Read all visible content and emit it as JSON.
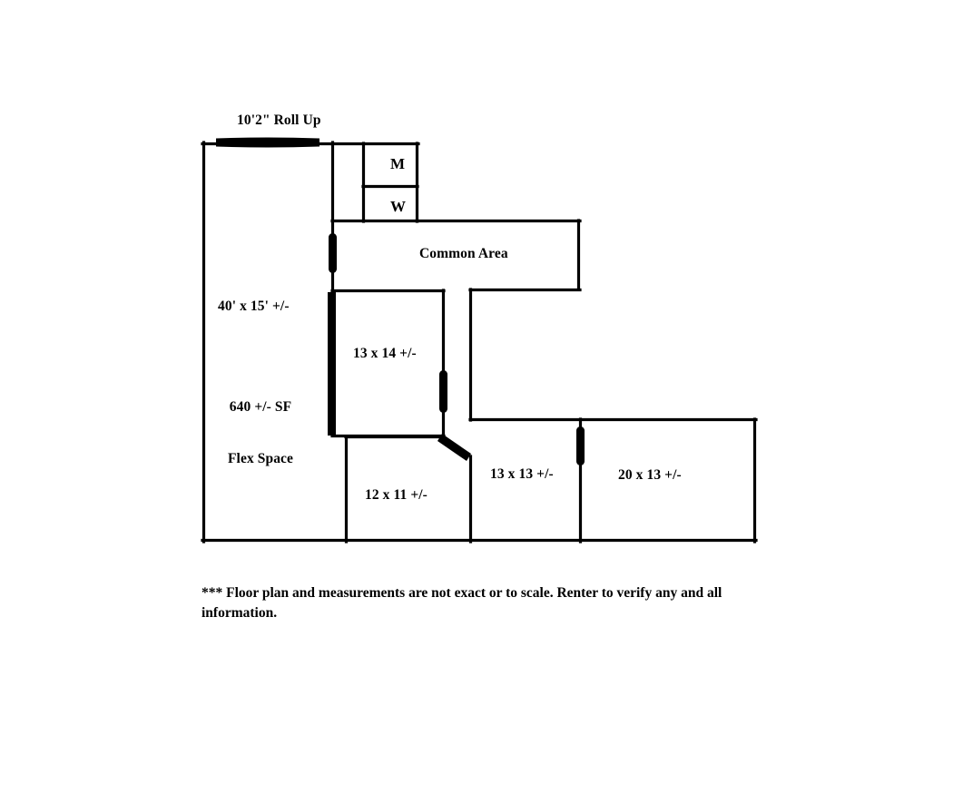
{
  "document": {
    "type": "floor-plan",
    "title": "Flex Space Floor Plan"
  },
  "colors": {
    "wall": "#000000",
    "door": "#000000",
    "background": "#ffffff",
    "text": "#000000"
  },
  "labels": {
    "roll_up_door": "10'2\" Roll Up",
    "restroom_men": "M",
    "restroom_women": "W",
    "common_area": "Common Area",
    "flex_space_dimensions": "40' x 15' +/-",
    "flex_space_area_line1": "640 +/- SF",
    "flex_space_area_line2": "Flex Space",
    "room_13x14": "13 x 14 +/-",
    "room_12x11": "12 x 11 +/-",
    "room_13x13": "13 x 13 +/-",
    "room_20x13": "20 x 13 +/-"
  },
  "disclaimer": {
    "text": "*** Floor plan and measurements are not exact or to scale. Renter to verify any and all information."
  },
  "rooms": [
    {
      "name": "flex-space",
      "label": "640 +/- SF Flex Space",
      "dimensions": "40' x 15' +/-",
      "area_sf": 640
    },
    {
      "name": "restroom-men",
      "label": "M"
    },
    {
      "name": "restroom-women",
      "label": "W"
    },
    {
      "name": "common-area",
      "label": "Common Area"
    },
    {
      "name": "office-13x14",
      "label": "13 x 14 +/-"
    },
    {
      "name": "office-12x11",
      "label": "12 x 11 +/-"
    },
    {
      "name": "office-13x13",
      "label": "13 x 13 +/-"
    },
    {
      "name": "office-20x13",
      "label": "20 x 13 +/-"
    }
  ],
  "openings": [
    {
      "name": "roll-up-door",
      "type": "overhead-roll-up",
      "label": "10'2\" Roll Up"
    },
    {
      "name": "door-flex-to-common",
      "type": "swing-door"
    },
    {
      "name": "door-13x14-east",
      "type": "swing-door"
    },
    {
      "name": "door-13x14-south-diagonal",
      "type": "swing-door"
    },
    {
      "name": "door-12x11-to-13x13-diagonal",
      "type": "swing-door"
    },
    {
      "name": "door-13x13-to-20x13",
      "type": "swing-door"
    }
  ]
}
